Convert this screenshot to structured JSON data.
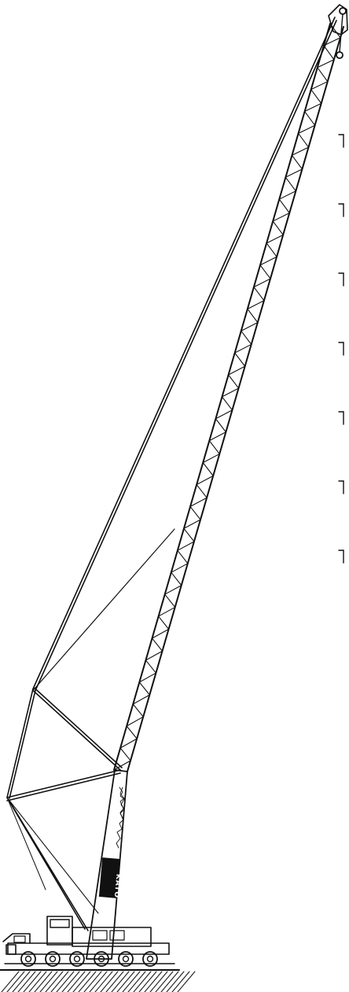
{
  "figure": {
    "boom_text": "KATO",
    "colors": {
      "ink": "#111111",
      "background": "#ffffff"
    },
    "lattice_panels": 34,
    "truck_wheels": 6,
    "dimension_ticks": 7
  }
}
